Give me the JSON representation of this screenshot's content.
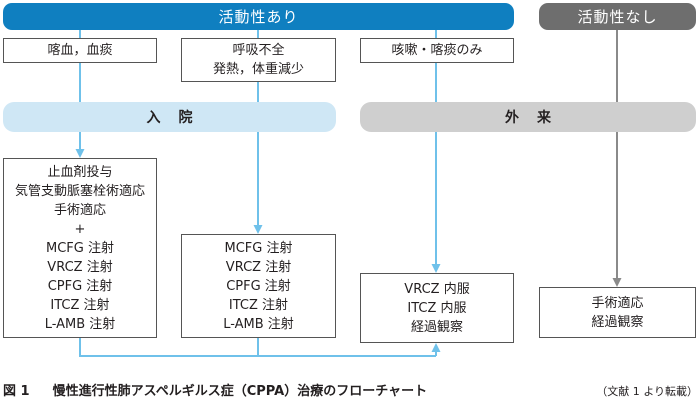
{
  "headers": {
    "active": "活動性あり",
    "inactive": "活動性なし"
  },
  "symptoms": {
    "hemoptysis": "喀血，血痰",
    "respiratory": [
      "呼吸不全",
      "発熱，体重減少"
    ],
    "cough": "咳嗽・喀痰のみ"
  },
  "phases": {
    "inpatient": "入院",
    "outpatient": "外来"
  },
  "treatments": {
    "severe": [
      "止血剤投与",
      "気管支動脈塞栓術適応",
      "手術適応",
      "+",
      "MCFG 注射",
      "VRCZ 注射",
      "CPFG 注射",
      "ITCZ 注射",
      "L-AMB 注射"
    ],
    "moderate": [
      "MCFG 注射",
      "VRCZ 注射",
      "CPFG 注射",
      "ITCZ 注射",
      "L-AMB 注射"
    ],
    "oral": [
      "VRCZ 内服",
      "ITCZ 内服",
      "経過観察"
    ],
    "inactive": [
      "手術適応",
      "経過観察"
    ]
  },
  "caption": {
    "label": "図 1",
    "title": "慢性進行性肺アスペルギルス症（CPPA）治療のフローチャート",
    "source": "（文献 1 より転載）"
  },
  "colors": {
    "active_header": "#0f7fc0",
    "inactive_header": "#6e6e6e",
    "inpatient_band": "#cfe7f5",
    "outpatient_band": "#cfcfcf",
    "active_arrow": "#6fc1ea",
    "inactive_arrow": "#8a8a8a"
  }
}
